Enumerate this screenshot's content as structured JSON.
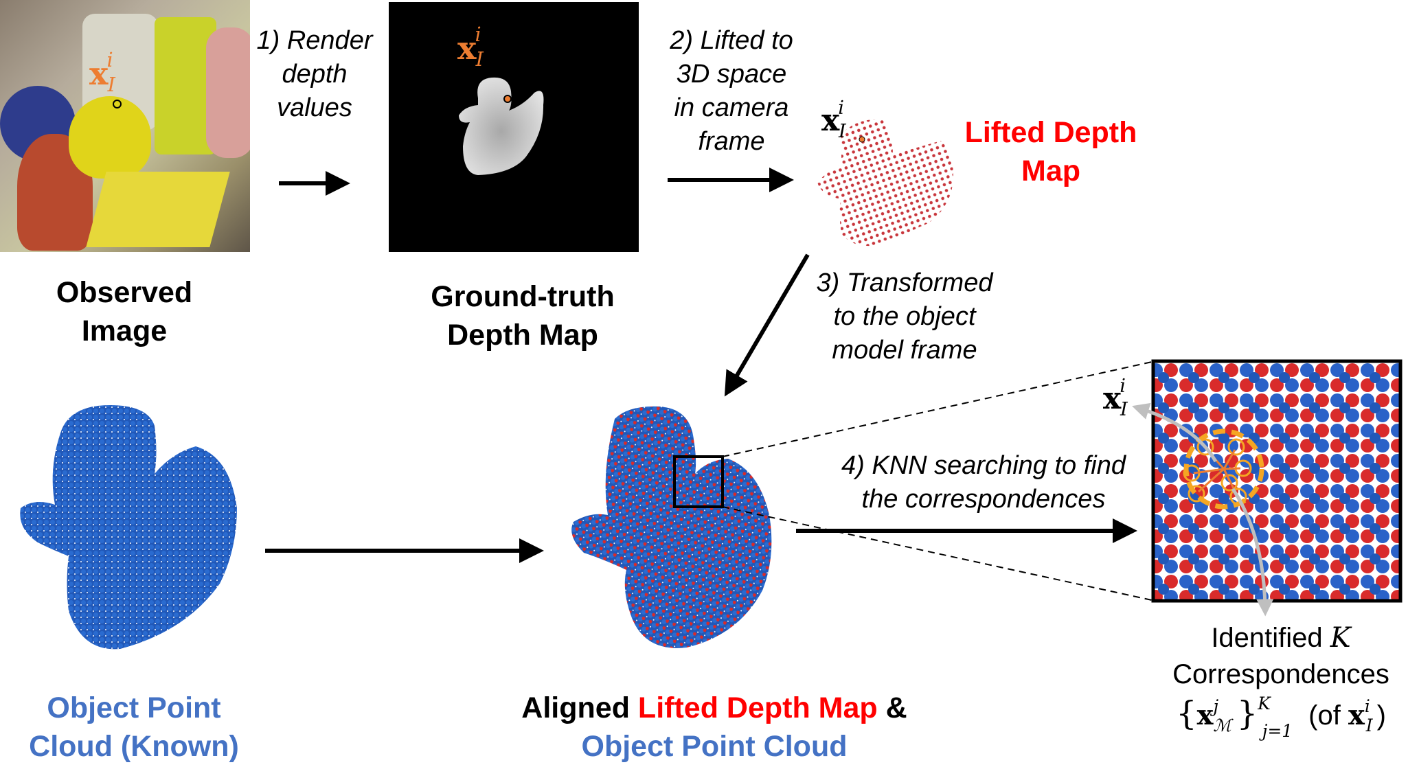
{
  "colors": {
    "lifted_red": "#FF0000",
    "point_cloud_blue": "#4472C4",
    "keypoint_orange": "#ED7D31",
    "sphere_blue": "#1f5fc4",
    "sphere_red": "#d92b2b",
    "highlight_yellow": "#F5A623",
    "connector_gray": "#BFBFBF"
  },
  "steps": {
    "step1": [
      "1) Render",
      "depth",
      "values"
    ],
    "step2": [
      "2) Lifted to",
      "3D space",
      "in camera",
      "frame"
    ],
    "step3": [
      "3) Transformed",
      "to the object",
      "model frame"
    ],
    "step4": [
      "4) KNN searching to find",
      "the correspondences"
    ]
  },
  "panels": {
    "observed_image": {
      "label": [
        "Observed",
        "Image"
      ]
    },
    "gt_depth_map": {
      "label": [
        "Ground-truth",
        "Depth Map"
      ]
    },
    "lifted_depth_map": {
      "label": [
        "Lifted Depth",
        "Map"
      ]
    },
    "object_point_cloud": {
      "label": [
        "Object Point",
        "Cloud (Known)"
      ]
    },
    "aligned": {
      "label_prefix": "Aligned",
      "label_red": "Lifted Depth Map",
      "label_amp": "&",
      "label_blue": "Object Point Cloud"
    },
    "zoom_view": {
      "label_line1": "Identified",
      "label_k": "K",
      "label_line2": "Correspondences",
      "set_of": "(of",
      "set_close": ")"
    }
  },
  "math": {
    "x": "x",
    "sup_i": "i",
    "sub_I": "I",
    "sup_j": "j",
    "sub_M": "ℳ",
    "sup_K": "K",
    "sub_j1": "j=1",
    "brace_open": "{",
    "brace_close": "}"
  }
}
